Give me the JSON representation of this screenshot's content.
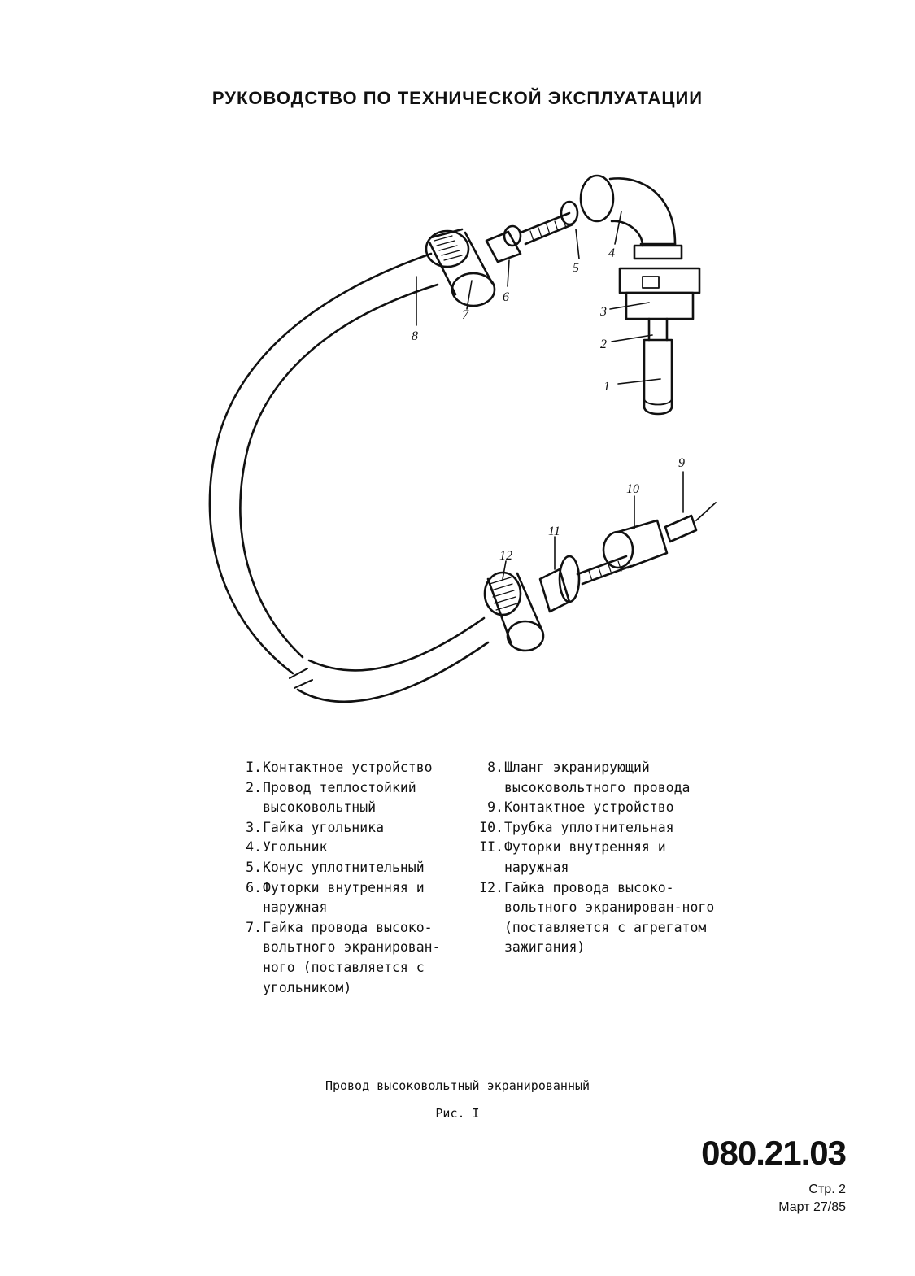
{
  "header": {
    "title": "РУКОВОДСТВО ПО ТЕХНИЧЕСКОЙ ЭКСПЛУАТАЦИИ"
  },
  "figure": {
    "callouts": [
      "1",
      "2",
      "3",
      "4",
      "5",
      "6",
      "7",
      "8",
      "9",
      "10",
      "11",
      "12"
    ]
  },
  "legend": {
    "left": [
      {
        "num": "I.",
        "text": "Контактное устройство"
      },
      {
        "num": "2.",
        "text": "Провод теплостойкий высоковольтный"
      },
      {
        "num": "3.",
        "text": "Гайка угольника"
      },
      {
        "num": "4.",
        "text": "Угольник"
      },
      {
        "num": "5.",
        "text": "Конус уплотнительный"
      },
      {
        "num": "6.",
        "text": "Футорки внутренняя и наружная"
      },
      {
        "num": "7.",
        "text": "Гайка провода высоко-вольтного экранирован-ного (поставляется с угольником)"
      }
    ],
    "right": [
      {
        "num": "8.",
        "text": "Шланг экранирующий высоковольтного провода"
      },
      {
        "num": "9.",
        "text": "Контактное устройство"
      },
      {
        "num": "I0.",
        "text": "Трубка уплотнительная"
      },
      {
        "num": "II.",
        "text": "Футорки внутренняя и наружная"
      },
      {
        "num": "I2.",
        "text": "Гайка провода высоко-вольтного экранирован-ного (поставляется с агрегатом зажигания)"
      }
    ]
  },
  "caption": {
    "title": "Провод высоковольтный экранированный",
    "figure_label": "Рис. I"
  },
  "footer": {
    "doc_number": "080.21.03",
    "page": "Стр. 2",
    "date": "Март 27/85"
  }
}
